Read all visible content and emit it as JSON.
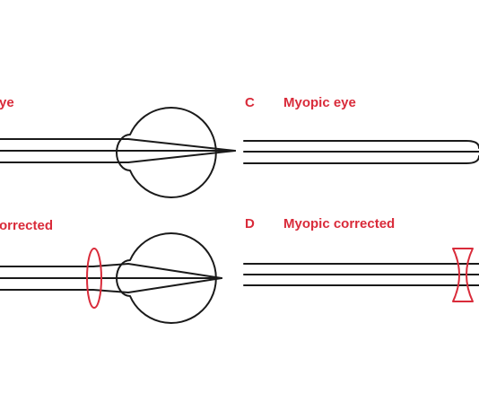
{
  "panels": {
    "b_eye": {
      "title": "ye"
    },
    "c": {
      "letter": "C",
      "title": "Myopic eye"
    },
    "b_corrected": {
      "title": "orrected"
    },
    "d": {
      "letter": "D",
      "title": "Myopic corrected"
    }
  },
  "colors": {
    "label": "#d92b3a",
    "stroke": "#1a1a1a",
    "lens": "#d92b3a",
    "background": "#ffffff"
  }
}
